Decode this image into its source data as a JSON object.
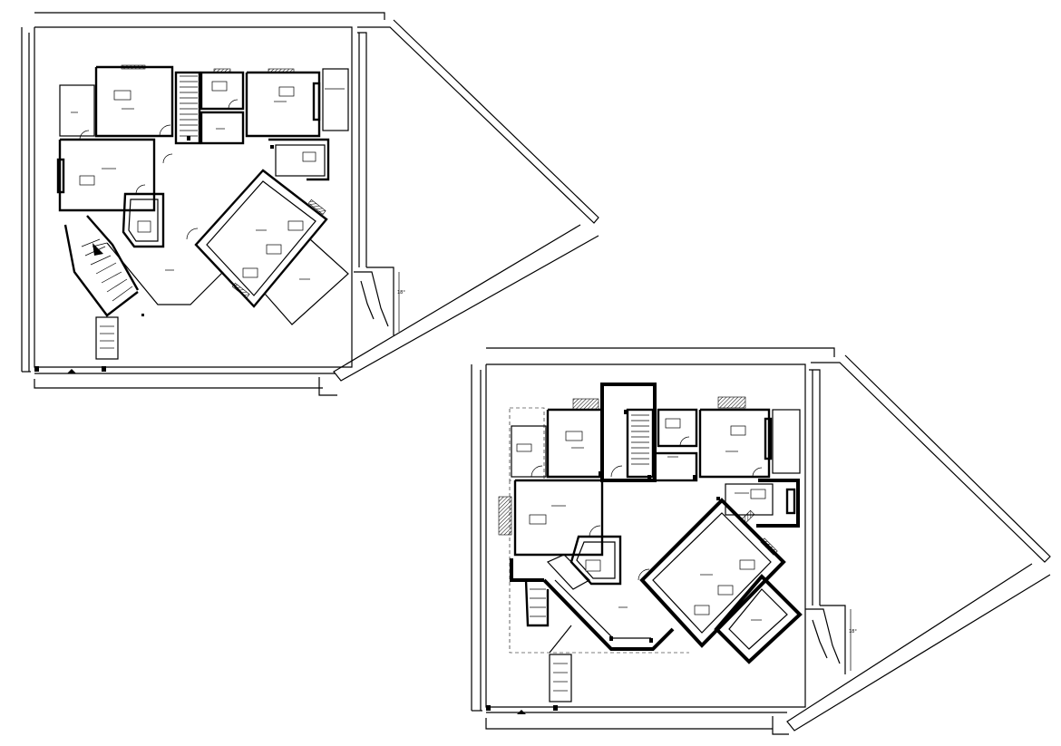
{
  "drawing": {
    "angle_annotation": "18°",
    "plans": [
      {
        "id": "ground-floor",
        "angle_label": "18°"
      },
      {
        "id": "first-floor",
        "angle_label": "18°"
      }
    ]
  },
  "colors": {
    "line": "#000000",
    "background": "#ffffff"
  }
}
